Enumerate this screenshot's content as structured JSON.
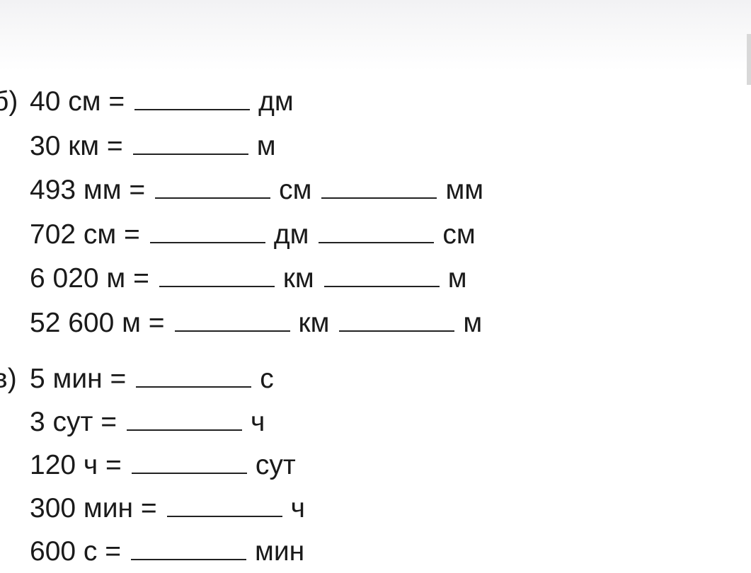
{
  "section_b": {
    "marker": "б)",
    "rows": [
      {
        "lhs": "40 см =",
        "u1": "дм"
      },
      {
        "lhs": "30 км =",
        "u1": "м"
      },
      {
        "lhs": "493 мм =",
        "u1": "см",
        "u2": "мм"
      },
      {
        "lhs": "702 см =",
        "u1": "дм",
        "u2": "см"
      },
      {
        "lhs": "6 020 м =",
        "u1": "км",
        "u2": "м"
      },
      {
        "lhs": "52 600 м =",
        "u1": "км",
        "u2": "м"
      }
    ]
  },
  "section_v": {
    "marker": "в)",
    "rows": [
      {
        "lhs": "5 мин =",
        "u1": "с"
      },
      {
        "lhs": "3 сут =",
        "u1": "ч"
      },
      {
        "lhs": "120 ч =",
        "u1": "сут"
      },
      {
        "lhs": "300 мин =",
        "u1": "ч"
      },
      {
        "lhs": "600 с =",
        "u1": "мин"
      }
    ]
  }
}
